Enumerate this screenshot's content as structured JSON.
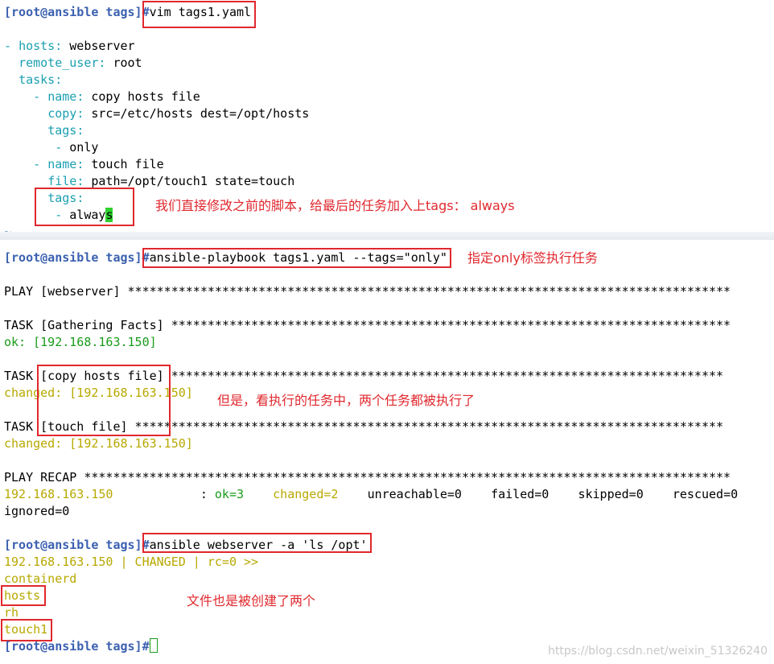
{
  "prompt": "[root@ansible tags]",
  "prompt_hash": "#",
  "cmd_vim": "vim tags1.yaml",
  "yaml": {
    "l1_dash": "- ",
    "l1_key": "hosts",
    "l1_val": " webserver",
    "l2_key": "remote_user",
    "l2_val": " root",
    "l3_key": "tasks",
    "t1_name_key": "name",
    "t1_name_val": " copy hosts file",
    "t1_copy_key": "copy",
    "t1_copy_val": " src=/etc/hosts dest=/opt/hosts",
    "t1_tags_key": "tags",
    "t1_tag": "only",
    "t2_name_key": "name",
    "t2_name_val": " touch file",
    "t2_file_key": "file",
    "t2_file_val": " path=/opt/touch1 state=touch",
    "t2_tags_key": "tags",
    "t2_tag_a": "alway",
    "t2_tag_b": "s",
    "tilde": "~",
    "colon": ":"
  },
  "note_always": "我们直接修改之前的脚本，给最后的任务加入上tags： always",
  "cmd_playbook": "ansible-playbook tags1.yaml --tags=\"only\"",
  "note_only": "指定only标签执行任务",
  "play_line": "PLAY [webserver] ***********************************************************************************",
  "task_gather": "TASK [Gathering Facts] *****************************************************************************",
  "ok_gather": "ok: [192.168.163.150]",
  "task_copy_prefix": "TASK ",
  "task_copy_name": "[copy hosts file]",
  "task_copy_stars": " ****************************************************************************",
  "changed_copy": "changed: [192.168.163.150]",
  "note_both": "但是，看执行的任务中，两个任务都被执行了",
  "task_touch_prefix": "TASK ",
  "task_touch_name": "[touch file]",
  "task_touch_stars": " *********************************************************************************",
  "changed_touch": "changed: [192.168.163.150]",
  "recap_line": "PLAY RECAP *****************************************************************************************",
  "recap": {
    "host": "192.168.163.150",
    "sep": "            : ",
    "ok": "ok=3",
    "changed": "changed=2",
    "unreachable": "unreachable=0",
    "failed": "failed=0",
    "skipped": "skipped=0",
    "rescued": "rescued=0",
    "ignored": "ignored=0"
  },
  "cmd_adhoc": "ansible webserver -a 'ls /opt'",
  "adhoc_result": "192.168.163.150 | CHANGED | rc=0 >>",
  "files": [
    "containerd",
    "hosts",
    "rh",
    "touch1"
  ],
  "note_files": "文件也是被创建了两个",
  "watermark": "https://blog.csdn.net/weixin_51326240"
}
